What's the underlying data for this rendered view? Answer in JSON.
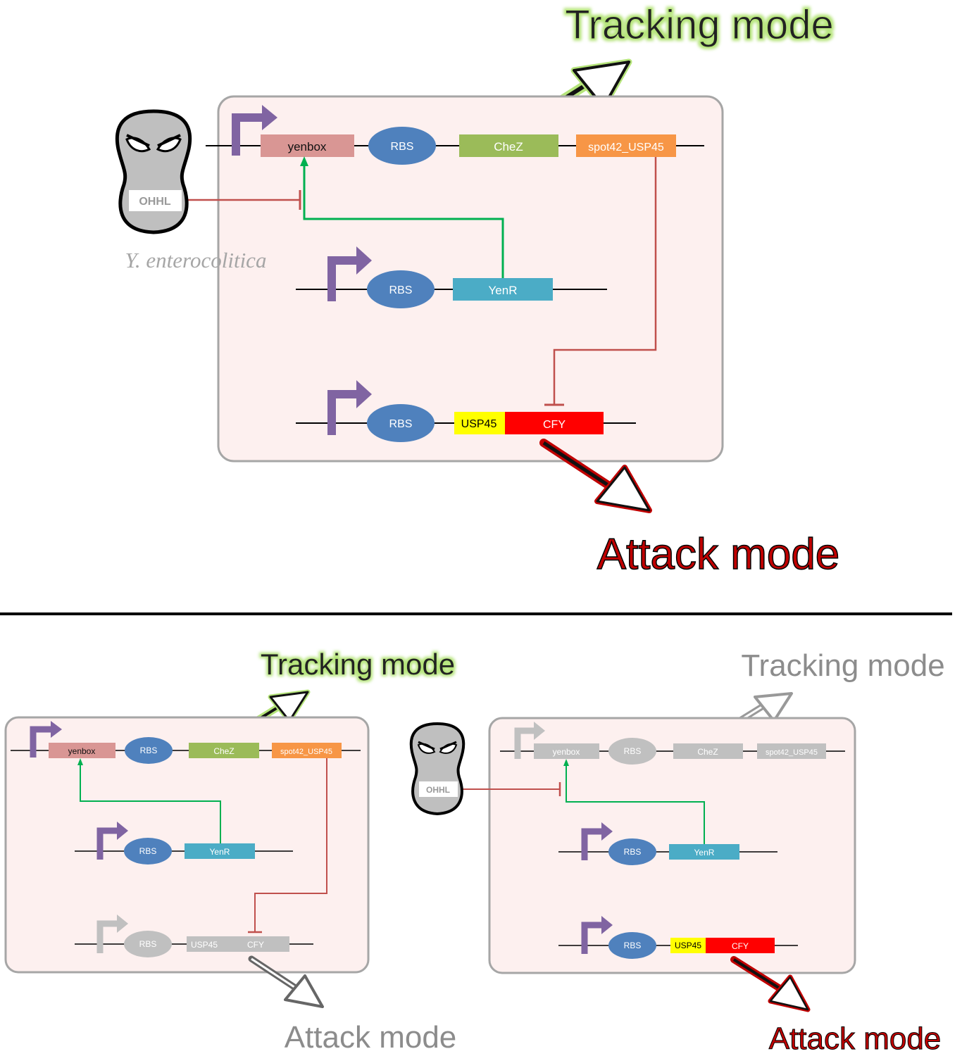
{
  "top_panel": {
    "tracking_mode_label": "Tracking mode",
    "attack_mode_label": "Attack mode",
    "organism_label": "OHHL",
    "organism_caption": "Y. enterocolitica",
    "parts": {
      "yenbox": "yenbox",
      "rbs": "RBS",
      "chez": "CheZ",
      "spot": "spot42_USP45",
      "yenr": "YenR",
      "usp45": "USP45",
      "cfy": "CFY"
    }
  },
  "bottom_left_panel": {
    "tracking_mode_label": "Tracking mode",
    "attack_mode_label": "Attack mode",
    "parts": {
      "yenbox": "yenbox",
      "rbs": "RBS",
      "chez": "CheZ",
      "spot": "spot42_USP45",
      "yenr": "YenR",
      "usp45": "USP45",
      "cfy": "CFY"
    }
  },
  "bottom_right_panel": {
    "tracking_mode_label": "Tracking mode",
    "attack_mode_label": "Attack mode",
    "organism_label": "OHHL",
    "parts": {
      "yenbox": "yenbox",
      "rbs": "RBS",
      "chez": "CheZ",
      "spot": "spot42_USP45",
      "yenr": "YenR",
      "usp45": "USP45",
      "cfy": "CFY"
    }
  },
  "colors": {
    "active_mode_green": "#b5e47a",
    "active_mode_red": "#c00000",
    "inactive_gray": "#c0c0c0",
    "panel_fill": "#fdf0ef",
    "panel_border": "#a6a6a6",
    "promoter": "#8064a2",
    "rbs": "#4f81bd",
    "yenbox": "#d99694",
    "chez": "#9bbb59",
    "spot": "#f79646",
    "yenr": "#4bacc6",
    "usp45": "#ffff00",
    "cfy": "#ff0000",
    "activation_line": "#00b050",
    "repression_line": "#c0504d"
  }
}
